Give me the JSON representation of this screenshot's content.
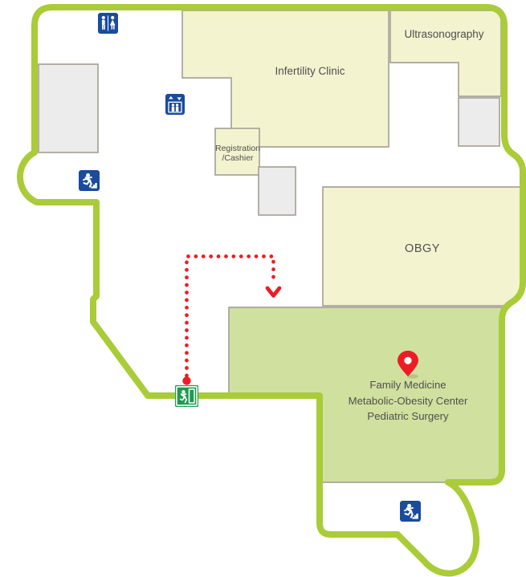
{
  "map": {
    "type": "hospital-floor-map",
    "rooms": {
      "infertility_clinic": {
        "label": "Infertility Clinic"
      },
      "ultrasonography": {
        "label": "Ultrasonography"
      },
      "registration_cashier": {
        "line1": "Registration",
        "line2": "/Cashier"
      },
      "obgy": {
        "label": "OBGY"
      },
      "destination": {
        "highlighted": true,
        "departments": [
          "Family Medicine",
          "Metabolic-Obesity Center",
          "Pediatric Surgery"
        ]
      }
    },
    "icons": {
      "restroom": "restroom-icon",
      "elevator": "elevator-icon",
      "emergency_exit_stairs_left": "emergency-exit-stairs-icon",
      "emergency_exit_stairs_bottom": "emergency-exit-stairs-icon",
      "emergency_exit_door": "emergency-exit-door-icon",
      "destination_pin": "location-pin-icon"
    },
    "route": {
      "style": "dotted",
      "from": "emergency-exit-door",
      "to": "destination-area"
    },
    "colors": {
      "wall_outline": "#a9cc38",
      "room_fill": "#f4f3d0",
      "room_border": "#a8a49a",
      "destination_fill": "#d0e09e",
      "utility_fill": "#ececec",
      "icon_blue": "#1a4b9c",
      "exit_green": "#1f9a4d",
      "route_red": "#ed1c24",
      "label_text": "#4f4f4f",
      "background": "#ffffff"
    }
  }
}
